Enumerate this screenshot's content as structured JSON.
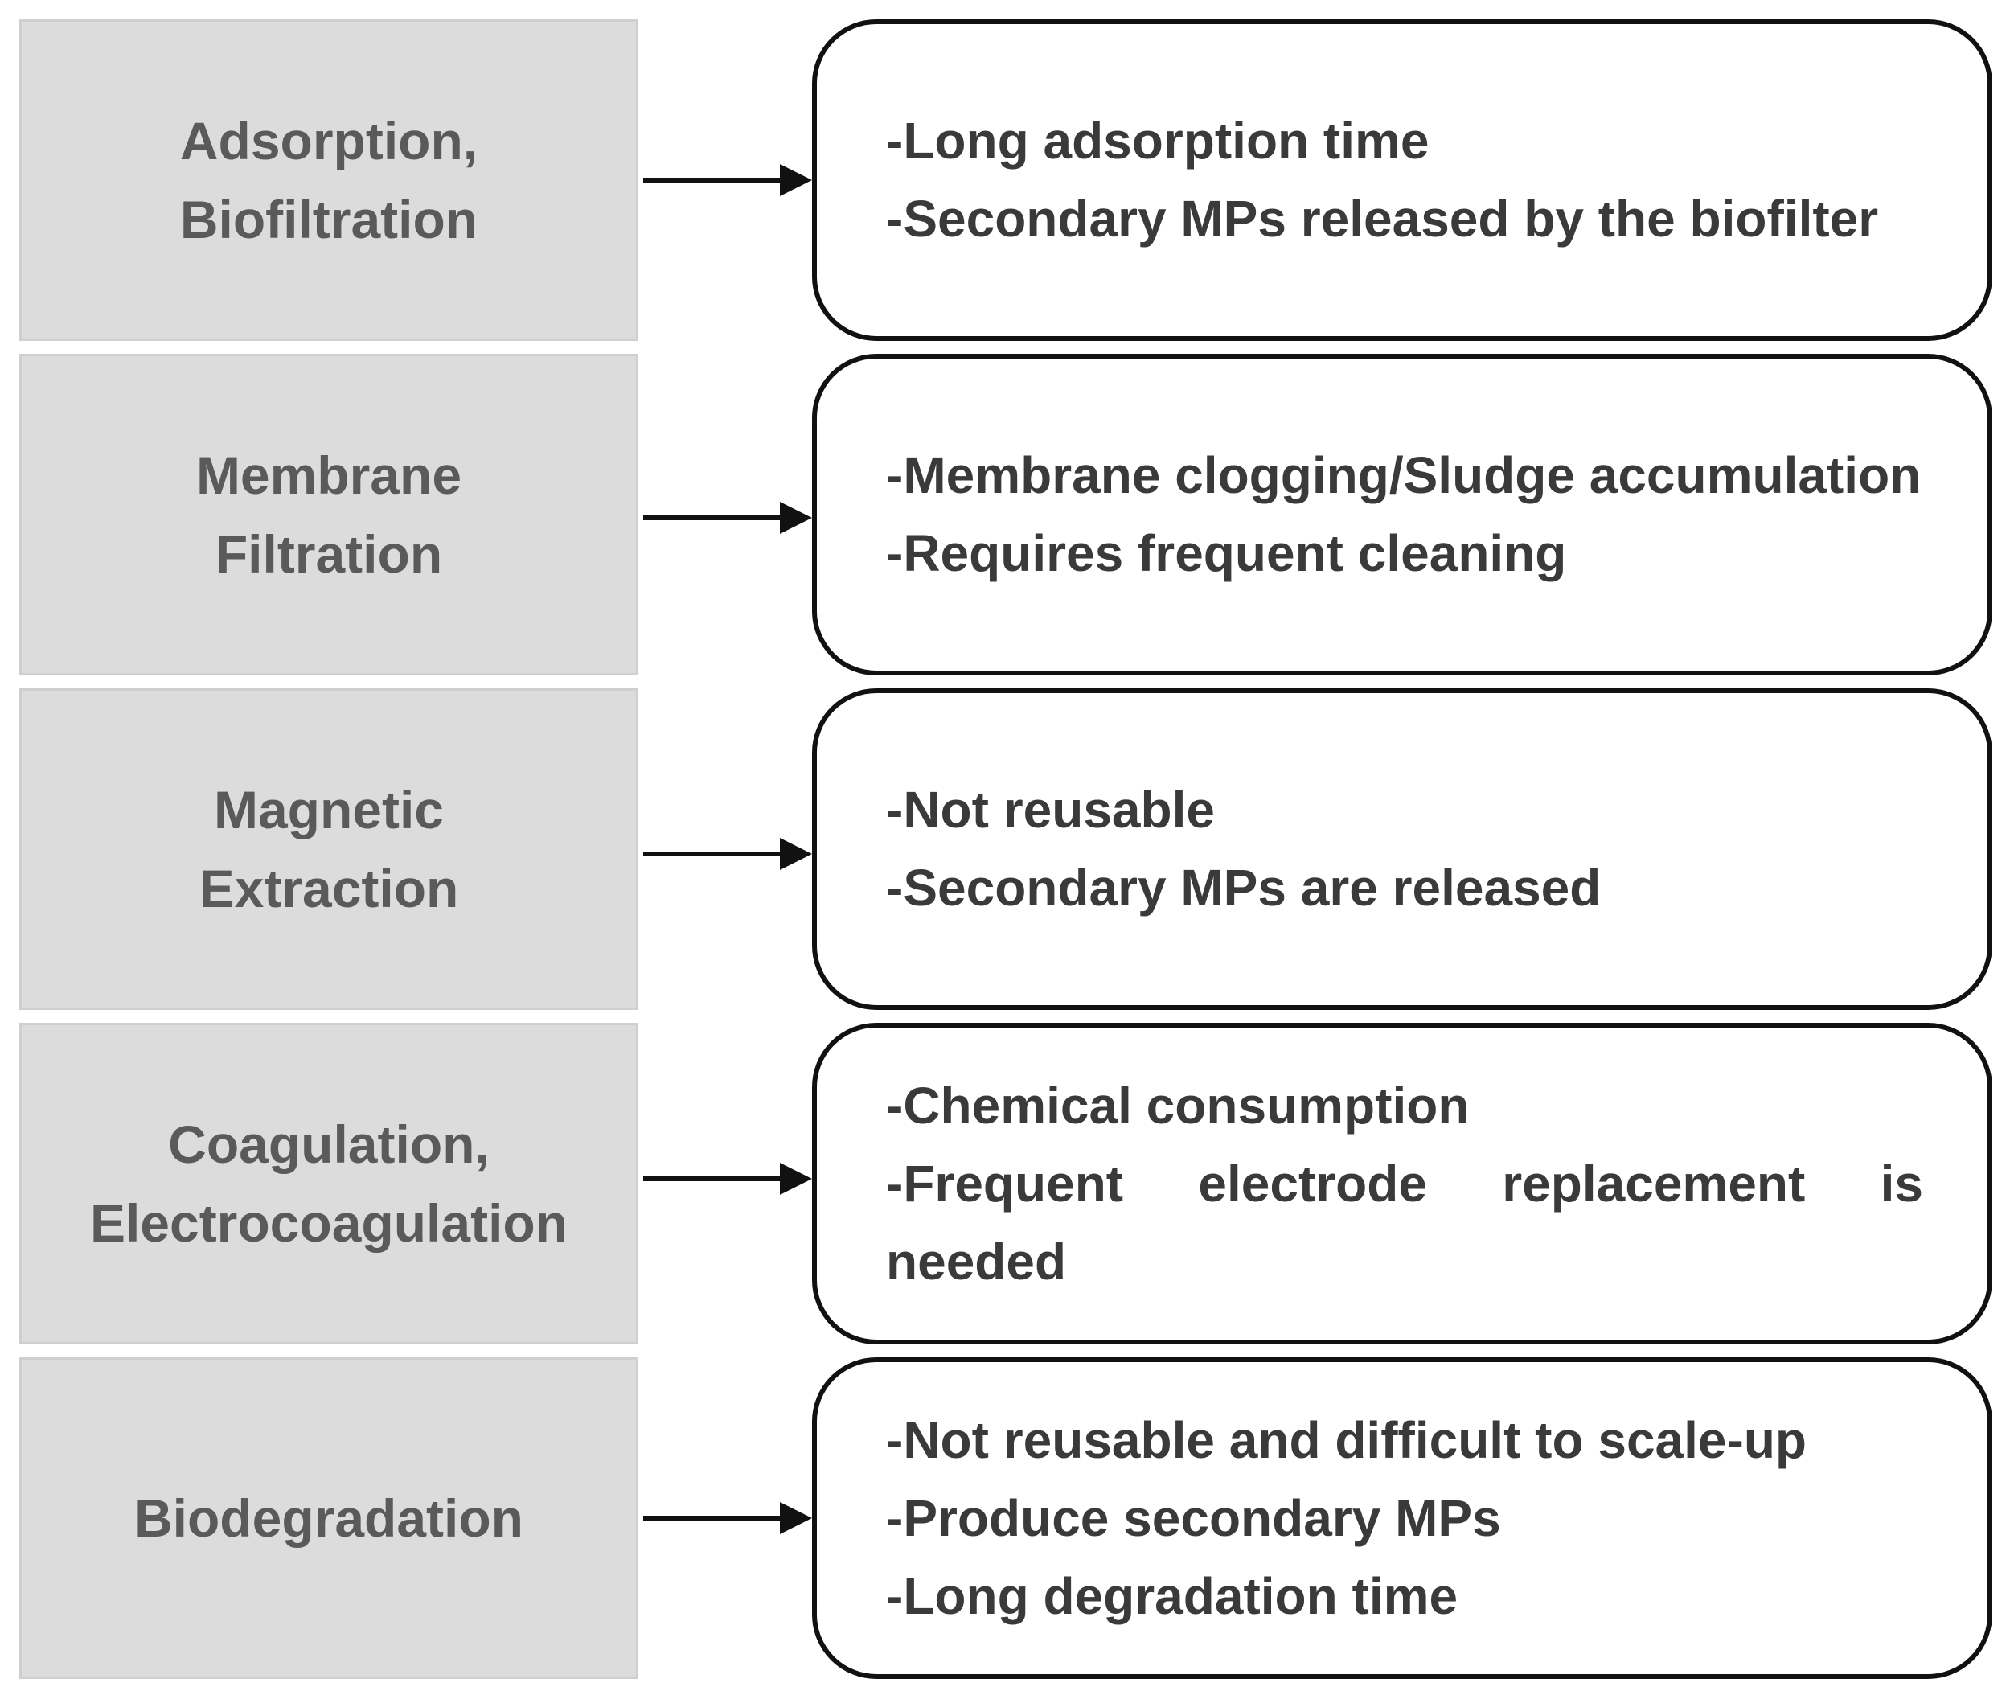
{
  "rows": [
    {
      "method": "Adsorption,\nBiofiltration",
      "drawbacks": [
        "-Long adsorption time",
        "-Secondary MPs released by the biofilter"
      ]
    },
    {
      "method": "Membrane\nFiltration",
      "drawbacks": [
        "-Membrane clogging/Sludge accumulation",
        "-Requires frequent cleaning"
      ]
    },
    {
      "method": "Magnetic\nExtraction",
      "drawbacks": [
        "-Not reusable",
        "-Secondary MPs are released"
      ]
    },
    {
      "method": "Coagulation,\nElectrocoagulation",
      "drawbacks": [
        "-Chemical consumption",
        "-Frequent electrode replacement is needed"
      ]
    },
    {
      "method": "Biodegradation",
      "drawbacks": [
        "-Not reusable and difficult to scale-up",
        "-Produce secondary MPs",
        "-Long degradation time"
      ]
    }
  ]
}
